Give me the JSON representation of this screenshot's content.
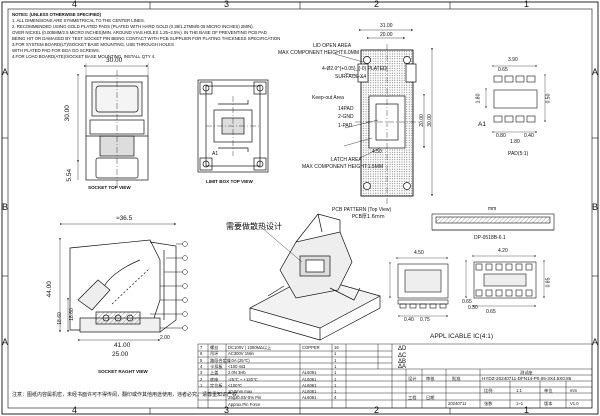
{
  "zones": {
    "top": [
      "4",
      "3",
      "2",
      "1"
    ],
    "bottom": [
      "4",
      "3",
      "2",
      "1"
    ],
    "left": [
      "A",
      "B",
      "A"
    ],
    "right": [
      "A",
      "B",
      "A"
    ]
  },
  "notes": [
    "NOTES: (UNLESS OTHERWISE SPECIFIED)",
    "1. ALL DIMENSIONS ARE SYMMETRICAL TO THE CENTER LINES.",
    "2. RECOMMENDED USING GOLD PLATED PADS (PLATED WITH HARD GOLD (0.38/1.27MM/0.05 MICRO INCHES) 2MIN).",
    "OVER NICKEL (0.005MM/2.5 MICRO INCHES)MIN. AROUND VIAS.HOLES 1.25~2.5%). IN THE BASE OF PREVENTING PCB PAD",
    "BEING HIT OR DAMAGED BY TEST SOCKET PIN BEING CONTACT WITH PCB SUPPLIER FOR PLATING THICKNESS SPECIFICATION",
    "3.FOR SYSTEM BOARD(LT)/SOCKET BASE MOUNTING, USE THROUGH HOLES",
    "WITH PLATED PAD FOR BGA GO SCREWS.",
    "4.FOR LOAD BOARD(ATE)/SOCKET BASE MOUNTING, INSTALL QTY 4."
  ],
  "top_view": {
    "dim_top": "30.00",
    "dim_left": "30.00",
    "dim_bottom": "5.54",
    "caption": "SOCKET TOP VIEW"
  },
  "limit_box": {
    "caption": "LIMIT BOX   TOP VIEW",
    "label": "A1"
  },
  "pcb": {
    "dim_top_20": "20.00",
    "dim_top_31": "31.00",
    "dim_right_20": "20.00",
    "dim_right_30": "30.00",
    "lid_open_area": "LID OPEN AREA",
    "max_height_top": "MAX COMPONENT HEIGHT:6.0MM",
    "hole_spec": "4-Ø2.0^{+0.05}_{-0} PLATED",
    "hole_spec_2": "SURFACE X4",
    "pad_keep": "Keep-out Area",
    "pad_vd": "14PAD",
    "pad_gnd": "2-GND",
    "pad_n": "1-PAD",
    "latch_area": "LATCH AREA",
    "max_height_bottom": "MAX COMPONENT HEIGHT:1.5MM",
    "small_dim": "4.50",
    "caption": "PCB PATTERN (Top View)",
    "thickness": "PCB厚1.6mm"
  },
  "pad_detail": {
    "dim_top": "3.90",
    "dim_top_small": "0.65",
    "dim_left": "1.80",
    "dim_right": "0.50",
    "dim_bottom_1": "0.80",
    "dim_bottom_2": "1.80",
    "dim_bottom_3": "0.40",
    "label": "A1",
    "caption": "PAD(5:1)"
  },
  "chip_top": {
    "label": "mm",
    "caption": "DP-0518B-6.1"
  },
  "socket_side": {
    "dim_top": "≈36.5",
    "dim_height": "44.00",
    "dim_left_1": "18.60",
    "dim_left_2": "18.60",
    "dim_bottom": "25.00",
    "dim_base": "41.00",
    "dim_right": "2.00",
    "caption": "SOCKET RAGHT VIEW"
  },
  "socket_iso": {
    "heat_note": "需要做散热设计"
  },
  "applicable_ic": {
    "title": "APPL ICABLE IC(4:1)",
    "dim_top": "4.20",
    "dim_top_2": "0.65",
    "dim_left": "4.50",
    "dim_left_2": "0.65",
    "dim_right": "0.85",
    "dim_bottom": "0.30",
    "dim_bottom_2": "0.40",
    "dim_bottom_3": "0.75"
  },
  "bom": [
    [
      "7",
      "螺丝",
      "DC100V | 1000MΔ以上",
      "COPPER",
      "16"
    ],
    [
      "6",
      "吊环",
      "AC300V  1Min",
      "",
      "1"
    ],
    [
      "5",
      "路段合定位",
      "1.0A  (25℃)",
      "",
      "1"
    ],
    [
      "4",
      "卡扣板",
      "<100 mΩ",
      "",
      "1"
    ],
    [
      "3",
      "上盖",
      "2.0N  3Hb",
      "AL6061",
      "1"
    ],
    [
      "2",
      "底座",
      "-25℃ ~ +120℃",
      "AL6061",
      "1"
    ],
    [
      "1",
      "定位板",
      "<100℃",
      "AL6061",
      "1"
    ],
    [
      "",
      "",
      "10.0mm max",
      "AL6061",
      "1"
    ],
    [
      "",
      "",
      "25g±0.03/-5% Pin",
      "AL6061",
      "4"
    ],
    [
      "",
      "",
      "Approx.Pin Force",
      "",
      ""
    ]
  ],
  "title_block": {
    "marks": [
      "ΔD",
      "ΔC",
      "ΔB",
      "ΔA"
    ],
    "labels": [
      "设计",
      "审核",
      "批准",
      "日期",
      "工程"
    ],
    "drawing_name": "测试座",
    "part_no": "HYDZ-20240711-DFN14-P0.65-3X4.5X0.85",
    "scale_label": "比例",
    "scale": "1:1",
    "unit_label": "单位",
    "unit": "mm",
    "sheet_label": "张数",
    "sheet": "1~1",
    "rev_label": "版本",
    "rev": "V1.0",
    "date": "20240711"
  },
  "footer_note": "注意：图纸内容属机密，未经书面许可不得传阅，翻印或作其他用途使用，违者必究。请尊重知识产权。",
  "colors": {
    "line": "#111111",
    "hatch": "#444444",
    "fill_gray": "#d9d9d9",
    "fill_light": "#eeeeee"
  }
}
